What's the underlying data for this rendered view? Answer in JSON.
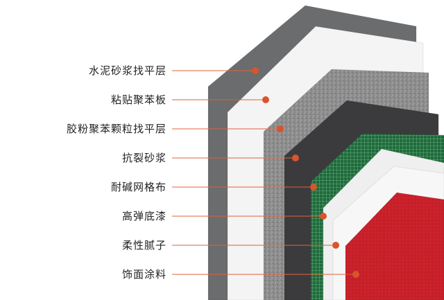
{
  "diagram": {
    "layers": [
      {
        "id": "cement-mortar-leveling",
        "label": "水泥砂浆找平层",
        "color": "#6b6c6e"
      },
      {
        "id": "eps-board",
        "label": "粘贴聚苯板",
        "color": "#f4f4f4"
      },
      {
        "id": "eps-granule-leveling",
        "label": "胶粉聚苯颗粒找平层",
        "color": "#8d8d8d"
      },
      {
        "id": "crack-resistant-mortar",
        "label": "抗裂砂浆",
        "color": "#3b3b3d"
      },
      {
        "id": "alkali-resistant-mesh",
        "label": "耐碱网格布",
        "color": "#1f6a3c"
      },
      {
        "id": "elastic-primer",
        "label": "高弹底漆",
        "color": "#efefef"
      },
      {
        "id": "flexible-putty",
        "label": "柔性腻子",
        "color": "#f7f7f7"
      },
      {
        "id": "finish-coating",
        "label": "饰面涂料",
        "color": "#c8202a"
      }
    ],
    "leader_color": "#e0603a",
    "dot_color": "#d9542c"
  }
}
